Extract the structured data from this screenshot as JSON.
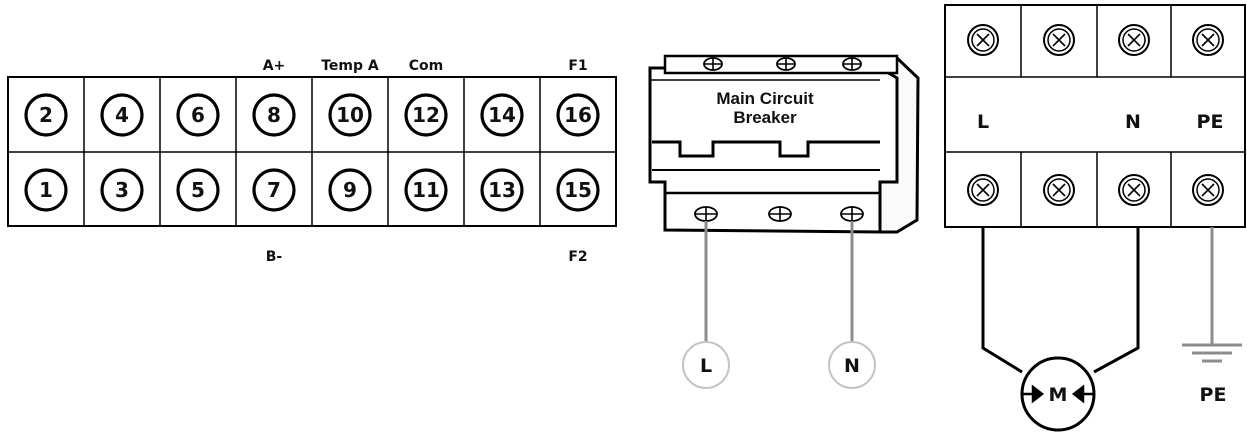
{
  "terminal_block": {
    "top_labels": [
      {
        "label": "A+",
        "for_terminal": "8"
      },
      {
        "label": "Temp A",
        "for_terminal": "10"
      },
      {
        "label": "Com",
        "for_terminal": "12"
      },
      {
        "label": "F1",
        "for_terminal": "16"
      }
    ],
    "top_row": [
      "2",
      "4",
      "6",
      "8",
      "10",
      "12",
      "14",
      "16"
    ],
    "bottom_row": [
      "1",
      "3",
      "5",
      "7",
      "9",
      "11",
      "13",
      "15"
    ],
    "bottom_labels": [
      {
        "label": "B-",
        "for_terminal": "7"
      },
      {
        "label": "F2",
        "for_terminal": "15"
      }
    ]
  },
  "breaker": {
    "title_line1": "Main Circuit",
    "title_line2": "Breaker",
    "inputs": [
      "L",
      "N"
    ]
  },
  "terminal_strip": {
    "labels": [
      "L",
      "",
      "N",
      "PE"
    ],
    "motor_label": "M",
    "ground_label": "PE"
  }
}
